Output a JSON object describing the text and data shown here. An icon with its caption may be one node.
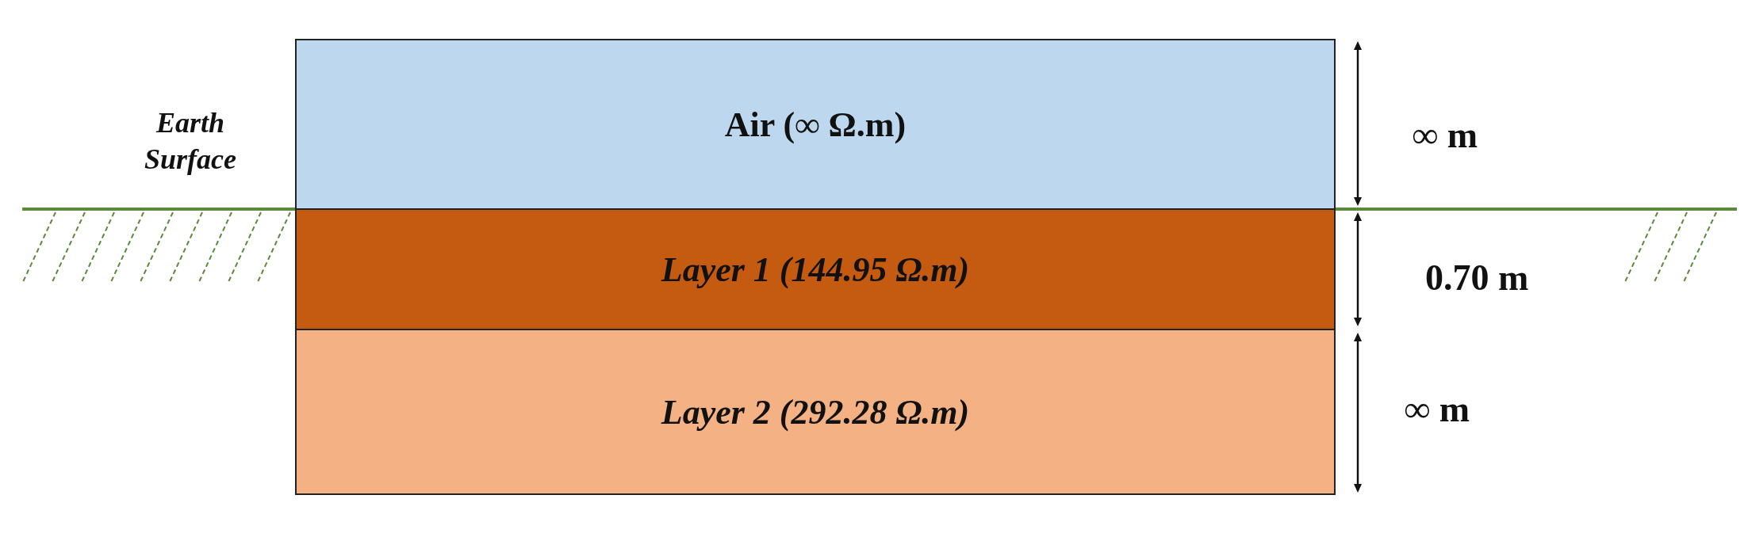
{
  "diagram": {
    "nodes": [
      {
        "text": [
          "Air (∞ Ω.m)"
        ]
      },
      {
        "text": [
          "Layer 1 (144.95 Ω.m)"
        ]
      },
      {
        "text": [
          "Layer 2 (292.28 Ω.m)"
        ]
      }
    ],
    "labels": [
      "Earth Surface",
      "∞ m",
      "0.70 m",
      "∞ m"
    ]
  }
}
